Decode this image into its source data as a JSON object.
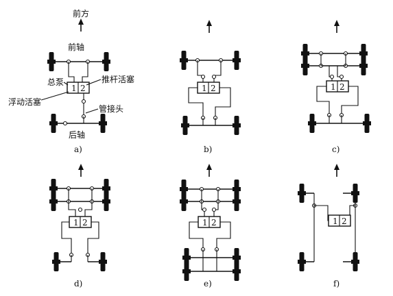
{
  "labels": {
    "front": "前方",
    "front_axle": "前轴",
    "master_cylinder": "总泵",
    "push_rod_piston": "推杆活塞",
    "floating_piston": "浮动活塞",
    "pipe_joint": "管接头",
    "rear_axle": "后轴"
  },
  "chamber_labels": {
    "one": "1",
    "two": "2"
  },
  "panels": [
    {
      "id": "a",
      "caption": "a)"
    },
    {
      "id": "b",
      "caption": "b)"
    },
    {
      "id": "c",
      "caption": "c)"
    },
    {
      "id": "d",
      "caption": "d)"
    },
    {
      "id": "e",
      "caption": "e)"
    },
    {
      "id": "f",
      "caption": "f)"
    }
  ]
}
